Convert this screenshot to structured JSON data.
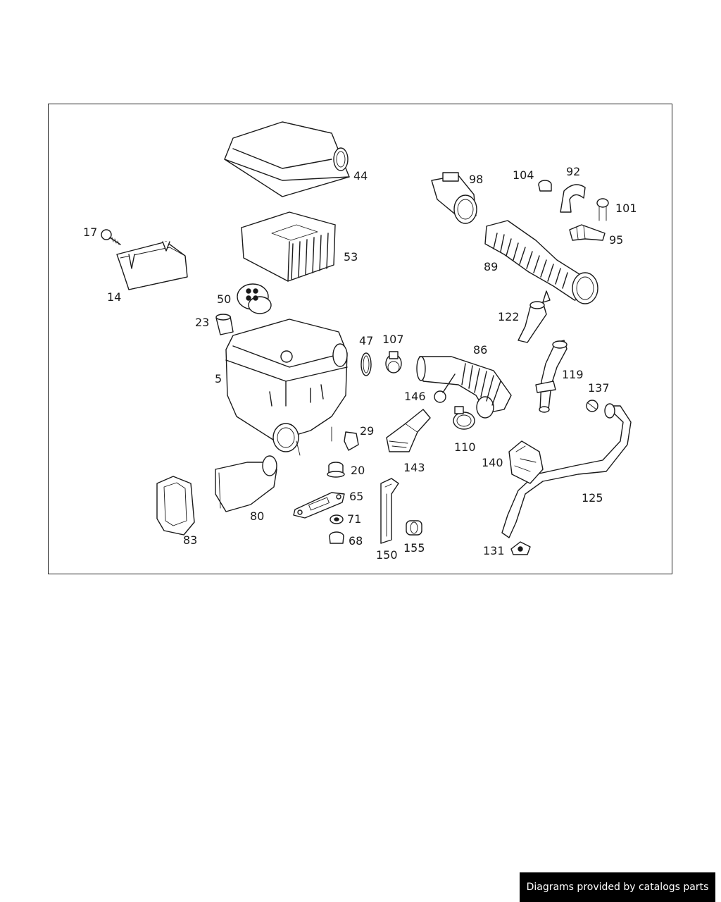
{
  "diagram": {
    "callouts": [
      {
        "id": "44",
        "label": "44"
      },
      {
        "id": "98",
        "label": "98"
      },
      {
        "id": "104",
        "label": "104"
      },
      {
        "id": "92",
        "label": "92"
      },
      {
        "id": "101",
        "label": "101"
      },
      {
        "id": "17",
        "label": "17"
      },
      {
        "id": "53",
        "label": "53"
      },
      {
        "id": "95",
        "label": "95"
      },
      {
        "id": "89",
        "label": "89"
      },
      {
        "id": "14",
        "label": "14"
      },
      {
        "id": "50",
        "label": "50"
      },
      {
        "id": "122",
        "label": "122"
      },
      {
        "id": "23",
        "label": "23"
      },
      {
        "id": "47",
        "label": "47"
      },
      {
        "id": "107",
        "label": "107"
      },
      {
        "id": "86",
        "label": "86"
      },
      {
        "id": "5",
        "label": "5"
      },
      {
        "id": "119",
        "label": "119"
      },
      {
        "id": "146",
        "label": "146"
      },
      {
        "id": "137",
        "label": "137"
      },
      {
        "id": "29",
        "label": "29"
      },
      {
        "id": "110",
        "label": "110"
      },
      {
        "id": "143",
        "label": "143"
      },
      {
        "id": "140",
        "label": "140"
      },
      {
        "id": "20",
        "label": "20"
      },
      {
        "id": "65",
        "label": "65"
      },
      {
        "id": "125",
        "label": "125"
      },
      {
        "id": "80",
        "label": "80"
      },
      {
        "id": "71",
        "label": "71"
      },
      {
        "id": "83",
        "label": "83"
      },
      {
        "id": "68",
        "label": "68"
      },
      {
        "id": "155",
        "label": "155"
      },
      {
        "id": "131",
        "label": "131"
      },
      {
        "id": "150",
        "label": "150"
      }
    ]
  },
  "credit": "Diagrams provided by catalogs parts"
}
